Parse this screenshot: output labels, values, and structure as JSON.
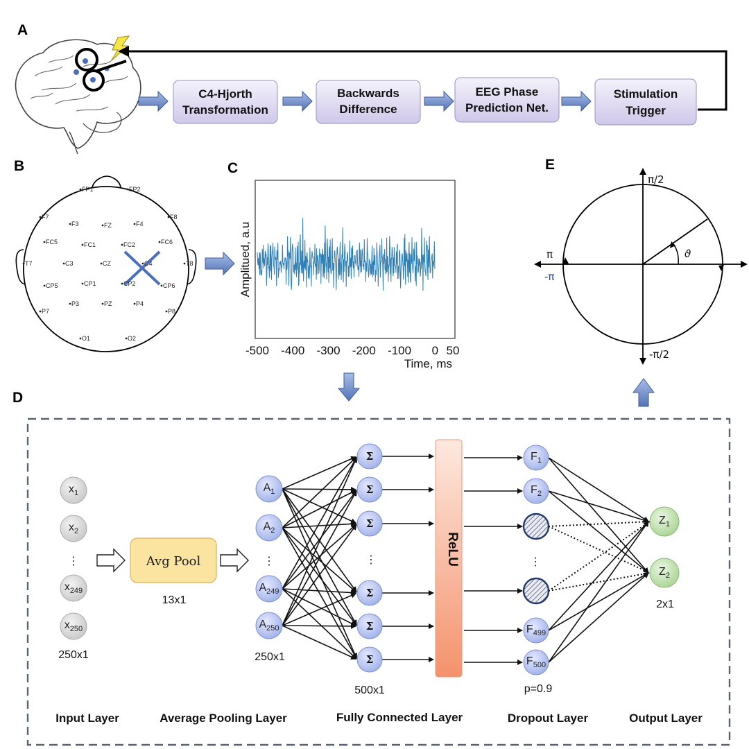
{
  "panel_labels": {
    "a": "A",
    "b": "B",
    "c": "C",
    "d": "D",
    "e": "E"
  },
  "pipeline": {
    "box1_line1": "C4-Hjorth",
    "box1_line2": "Transformation",
    "box2_line1": "Backwards",
    "box2_line2": "Difference",
    "box3_line1": "EEG Phase",
    "box3_line2": "Prediction Net.",
    "box4_line1": "Stimulation",
    "box4_line2": "Trigger"
  },
  "electrodes": [
    {
      "label": "FP1"
    },
    {
      "label": "FP2"
    },
    {
      "label": "F7"
    },
    {
      "label": "F3"
    },
    {
      "label": "FZ"
    },
    {
      "label": "F4"
    },
    {
      "label": "F8"
    },
    {
      "label": "FC5"
    },
    {
      "label": "FC1"
    },
    {
      "label": "FC2"
    },
    {
      "label": "FC6"
    },
    {
      "label": "T7"
    },
    {
      "label": "C3"
    },
    {
      "label": "CZ"
    },
    {
      "label": "C4"
    },
    {
      "label": "T8"
    },
    {
      "label": "CP5"
    },
    {
      "label": "CP1"
    },
    {
      "label": "CP2"
    },
    {
      "label": "CP6"
    },
    {
      "label": "P7"
    },
    {
      "label": "P3"
    },
    {
      "label": "PZ"
    },
    {
      "label": "P4"
    },
    {
      "label": "P8"
    },
    {
      "label": "O1"
    },
    {
      "label": "O2"
    }
  ],
  "chart_data": {
    "type": "line",
    "title": "",
    "xlabel": "Time, ms",
    "ylabel": "Amplitued, a.u",
    "xlim": [
      -500,
      50
    ],
    "xticks": [
      "-500",
      "-400",
      "-300",
      "-200",
      "-100",
      "0",
      "50"
    ],
    "series": [
      {
        "x_range": [
          -500,
          0
        ],
        "samples": 500,
        "color": "#2f7fb5",
        "note": "oscillating EEG segment, amplitude roughly ±1 a.u."
      }
    ]
  },
  "network": {
    "inputs": [
      {
        "base": "x",
        "sub": "1"
      },
      {
        "base": "x",
        "sub": "2"
      },
      {
        "base": "⋮",
        "sub": ""
      },
      {
        "base": "x",
        "sub": "249"
      },
      {
        "base": "x",
        "sub": "250"
      }
    ],
    "input_dim": "250x1",
    "pool_label": "Avg Pool",
    "pool_dim": "13x1",
    "pooled": [
      {
        "base": "A",
        "sub": "1"
      },
      {
        "base": "A",
        "sub": "2"
      },
      {
        "base": "⋮",
        "sub": ""
      },
      {
        "base": "A",
        "sub": "249"
      },
      {
        "base": "A",
        "sub": "250"
      }
    ],
    "pooled_dim": "250x1",
    "fc_symbol": "Σ",
    "fc_dim": "500x1",
    "relu_label": "ReLU",
    "dropout": [
      {
        "base": "F",
        "sub": "1"
      },
      {
        "base": "F",
        "sub": "2"
      },
      {
        "base": "",
        "sub": ""
      },
      {
        "base": "",
        "sub": ""
      },
      {
        "base": "F",
        "sub": "499"
      },
      {
        "base": "F",
        "sub": "500"
      }
    ],
    "dropout_p": "p=0.9",
    "outputs": [
      {
        "base": "Z",
        "sub": "1"
      },
      {
        "base": "Z",
        "sub": "2"
      }
    ],
    "output_dim": "2x1",
    "layers": [
      "Input Layer",
      "Average Pooling Layer",
      "Fully Connected Layer",
      "Dropout Layer",
      "Output Layer"
    ]
  },
  "phase_circle": {
    "top": "π/2",
    "bottom": "-π/2",
    "left_top": "π",
    "left_bottom": "-π",
    "angle": "ϑ"
  },
  "colors": {
    "box_fill": "#e4e0f2",
    "arrow_blue": "#5b7fc0",
    "node_blue": "#c5cdf0",
    "node_gray": "#dedede",
    "node_green": "#cfe8c2",
    "pool_fill": "#fbe3a0",
    "relu_top": "#fbe0d4",
    "relu_bottom": "#f49a76",
    "trace": "#2f7fb5",
    "electrode_x": "#4a6fbf"
  }
}
